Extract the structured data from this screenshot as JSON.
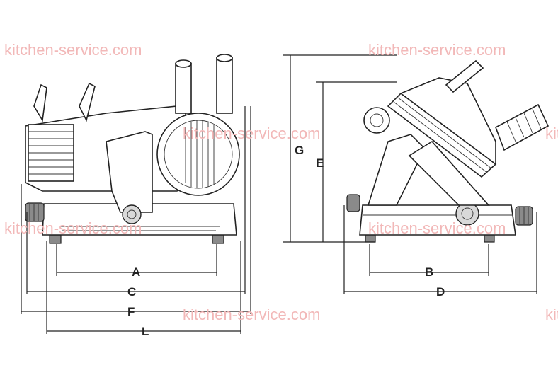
{
  "watermark": "kitchen-service.com",
  "dimensions": {
    "a": "A",
    "b": "B",
    "c": "C",
    "d": "D",
    "e": "E",
    "f": "F",
    "g": "G",
    "l": "L"
  }
}
